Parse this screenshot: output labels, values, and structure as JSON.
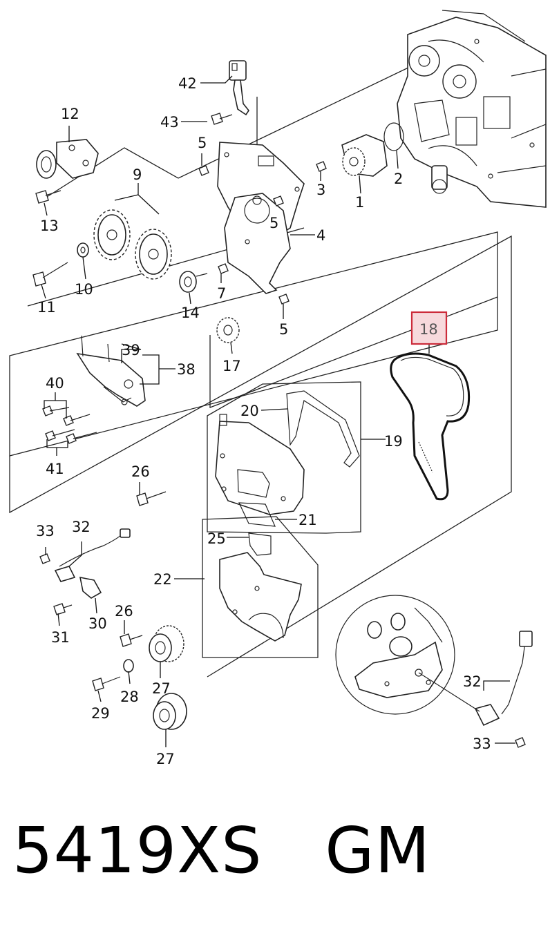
{
  "callouts": {
    "c1": "1",
    "c2": "2",
    "c3": "3",
    "c4": "4",
    "c5a": "5",
    "c5b": "5",
    "c5c": "5",
    "c7": "7",
    "c9": "9",
    "c10": "10",
    "c11": "11",
    "c12": "12",
    "c13": "13",
    "c14": "14",
    "c17": "17",
    "c18": "18",
    "c19": "19",
    "c20": "20",
    "c21": "21",
    "c22": "22",
    "c25": "25",
    "c26a": "26",
    "c26b": "26",
    "c27a": "27",
    "c27b": "27",
    "c28": "28",
    "c29": "29",
    "c30": "30",
    "c31": "31",
    "c32a": "32",
    "c32b": "32",
    "c33a": "33",
    "c33b": "33",
    "c38": "38",
    "c39": "39",
    "c40": "40",
    "c41": "41",
    "c42": "42",
    "c43": "43"
  },
  "highlight": {
    "part": "18",
    "box_fill": "#f7d9dc",
    "box_stroke": "#cc2b3a"
  },
  "footer": {
    "part_code": "5419XS",
    "brand": "GM"
  }
}
